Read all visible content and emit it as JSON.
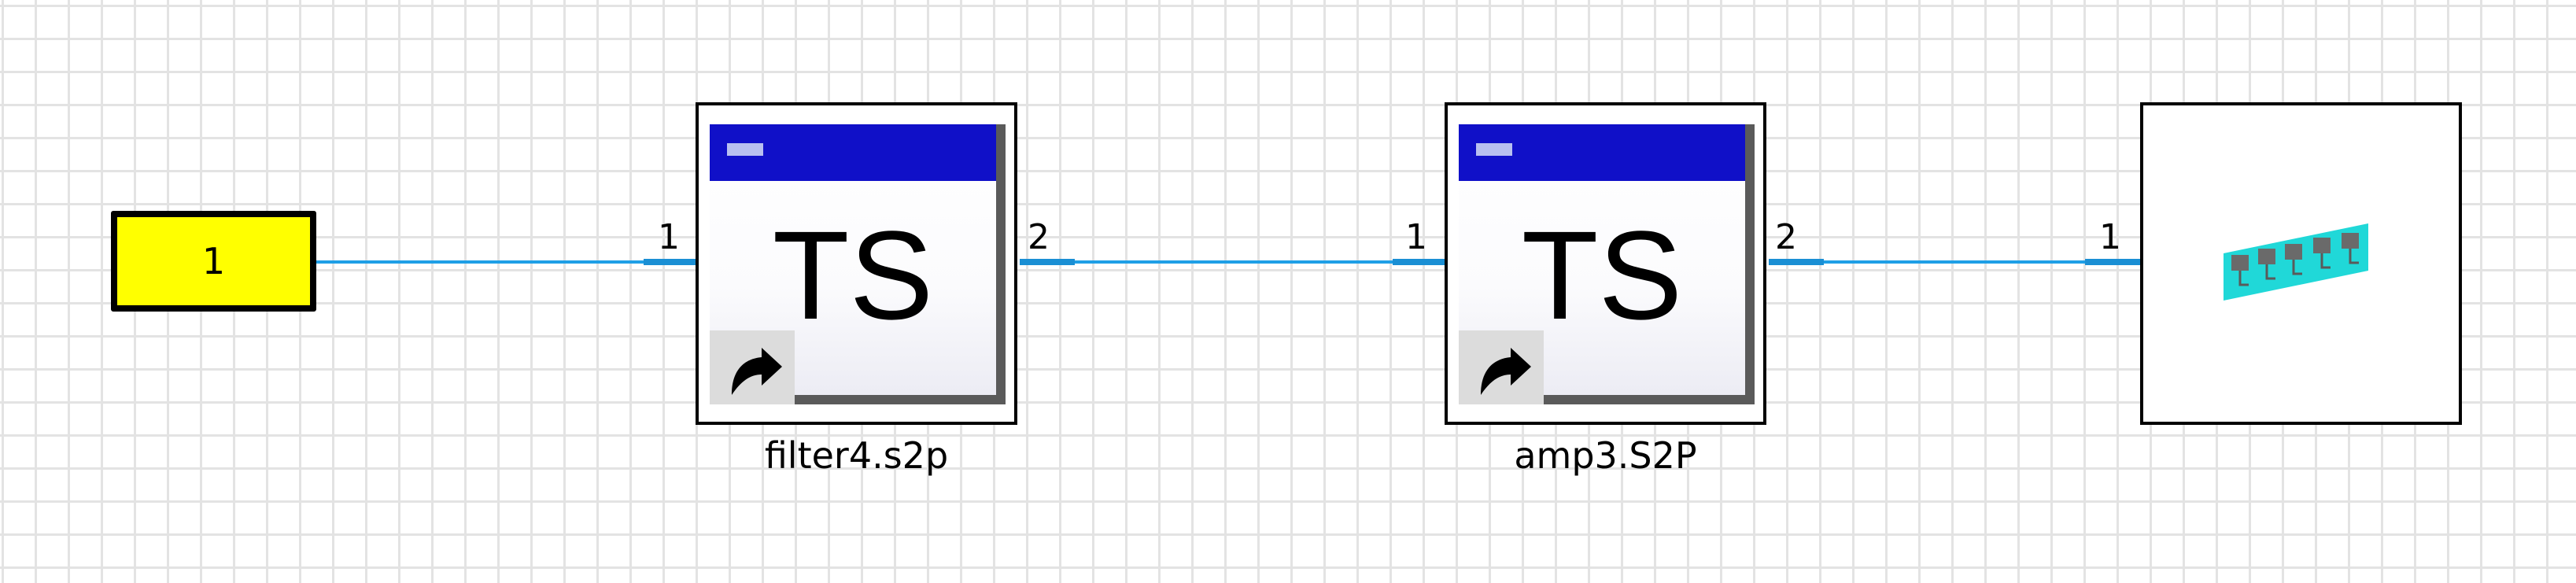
{
  "diagram": {
    "source": {
      "label": "1",
      "fill": "#ffff00"
    },
    "blocks": [
      {
        "icon_text": "TS",
        "label": "filter4.s2p",
        "port_in": "1",
        "port_out": "2"
      },
      {
        "icon_text": "TS",
        "label": "amp3.S2P",
        "port_in": "1",
        "port_out": "2"
      }
    ],
    "terminal": {
      "port_in": "1",
      "icon": "resistor-network-icon",
      "icon_color": "#20d8d8"
    },
    "wire_color": "#1f9fe6",
    "titlebar_color": "#1010c8"
  }
}
